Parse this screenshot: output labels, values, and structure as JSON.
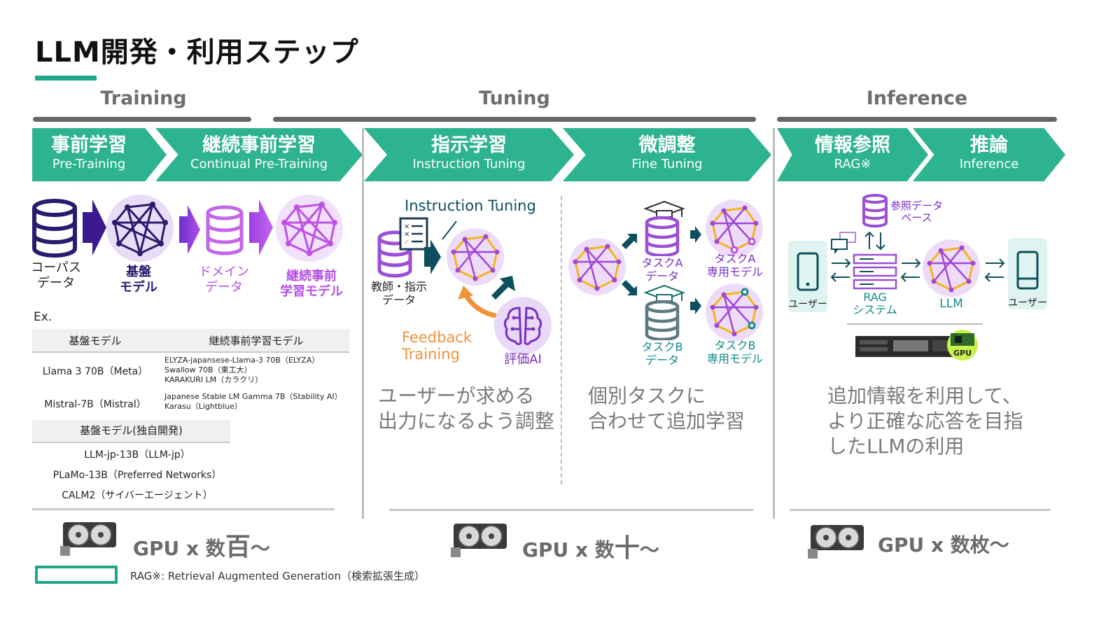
{
  "title": "LLM開発・利用ステップ",
  "phases": {
    "training": "Training",
    "tuning": "Tuning",
    "inference": "Inference"
  },
  "steps": [
    {
      "jp": "事前学習",
      "en": "Pre-Training"
    },
    {
      "jp": "継続事前学習",
      "en": "Continual Pre-Training"
    },
    {
      "jp": "指示学習",
      "en": "Instruction Tuning"
    },
    {
      "jp": "微調整",
      "en": "Fine Tuning"
    },
    {
      "jp": "情報参照",
      "en": "RAG※"
    },
    {
      "jp": "推論",
      "en": "Inference"
    }
  ],
  "training": {
    "corpus": "コーパス\nデータ",
    "base_model": "基盤\nモデル",
    "domain_data": "ドメイン\nデータ",
    "cpt_model": "継続事前\n学習モデル",
    "ex": "Ex.",
    "table1_headers": [
      "基盤モデル",
      "継続事前学習モデル"
    ],
    "table1_rows": [
      {
        "base": "Llama 3 70B（Meta）",
        "cont": [
          "ELYZA-japansese-Llama-3 70B（ELYZA）",
          "Swallow 70B（東工大）",
          "KARAKURI LM（カラクリ）"
        ]
      },
      {
        "base": "Mistral-7B（Mistral）",
        "cont": [
          "Japanese Stable LM Gamma 7B（Stability AI）",
          "Karasu（Lightblue）"
        ]
      }
    ],
    "table2_header": "基盤モデル(独自開発)",
    "table2_rows": [
      "LLM-jp-13B（LLM-jp）",
      "PLaMo-13B（Preferred Networks）",
      "CALM2（サイバーエージェント）"
    ]
  },
  "tuning": {
    "instruction_tuning": "Instruction Tuning",
    "teacher_data": "教師・指示\nデータ",
    "feedback": "Feedback\nTraining",
    "eval_ai": "評価AI",
    "task_a_data": "タスクA\nデータ",
    "task_a_model": "タスクA\n専用モデル",
    "task_b_data": "タスクB\nデータ",
    "task_b_model": "タスクB\n専用モデル",
    "desc1": "ユーザーが求める\n出力になるよう調整",
    "desc2": "個別タスクに\n合わせて追加学習"
  },
  "inference": {
    "ref_db": "参照データ\nベース",
    "user": "ユーザー",
    "rag_system": "RAG\nシステム",
    "llm": "LLM",
    "gpu_chip": "GPU",
    "desc": "追加情報を利用して、\nより正確な応答を目指\nしたLLMの利用"
  },
  "gpu": [
    {
      "prefix": "GPU x 数",
      "big": "百",
      "suffix": "～"
    },
    {
      "prefix": "GPU x 数",
      "big": "十",
      "suffix": "～"
    },
    {
      "prefix": "GPU x 数枚～",
      "big": "",
      "suffix": ""
    }
  ],
  "footnote": "RAG※: Retrieval Augmented Generation（検索拡張生成）",
  "colors": {
    "accent": "#2db38f",
    "purple": "#7a2fc2",
    "navy": "#2b1a6e",
    "teal": "#118a8a",
    "orange": "#f0923a"
  }
}
